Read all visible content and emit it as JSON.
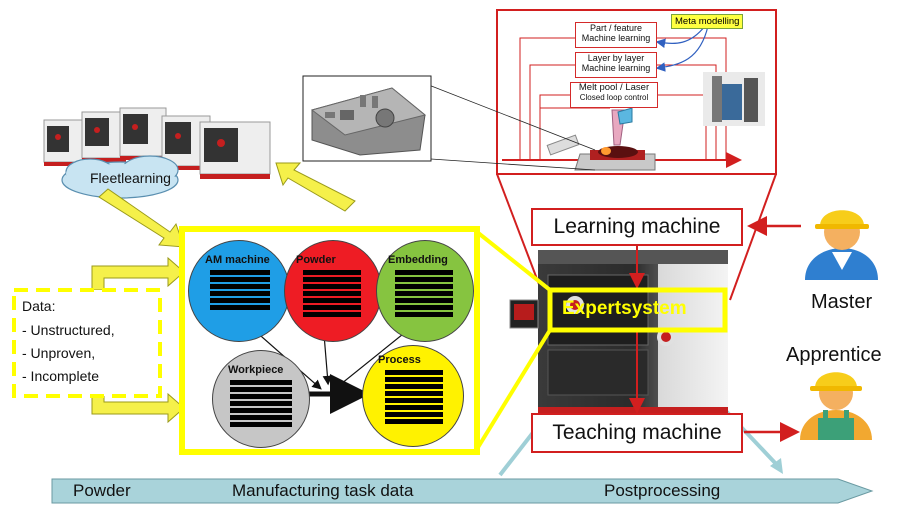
{
  "top_panel": {
    "meta_modelling": "Meta modelling",
    "part_feature": "Part / feature\nMachine learning",
    "layer_by_layer": "Layer by layer\nMachine learning",
    "melt_pool_line1": "Melt pool / Laser",
    "melt_pool_line2": "Closed loop control"
  },
  "fleet": {
    "label": "Fleetlearning"
  },
  "data_box": {
    "title": "Data:",
    "items": [
      "- Unstructured,",
      "- Unproven,",
      "- Incomplete"
    ]
  },
  "circles": {
    "am_machine": "AM machine",
    "powder": "Powder",
    "embedding": "Embedding",
    "workpiece": "Workpiece",
    "process": "Process"
  },
  "learning_machine": "Learning machine",
  "expertsystem": "Expertsystem",
  "teaching_machine": "Teaching machine",
  "master": "Master",
  "apprentice": "Apprentice",
  "bottom_arrow": {
    "powder": "Powder",
    "task_data": "Manufacturing task data",
    "postprocessing": "Postprocessing"
  },
  "colors": {
    "red": "#d21f1f",
    "yellow": "#ffff00",
    "yellow_arrow": "#f5f04a",
    "blue_circle": "#1f9ee6",
    "red_circle": "#ee1c24",
    "green_circle": "#86c440",
    "grey_circle": "#c6c6c6",
    "yellow_circle": "#fff200",
    "teal_arrow": "#9fcfd6"
  }
}
